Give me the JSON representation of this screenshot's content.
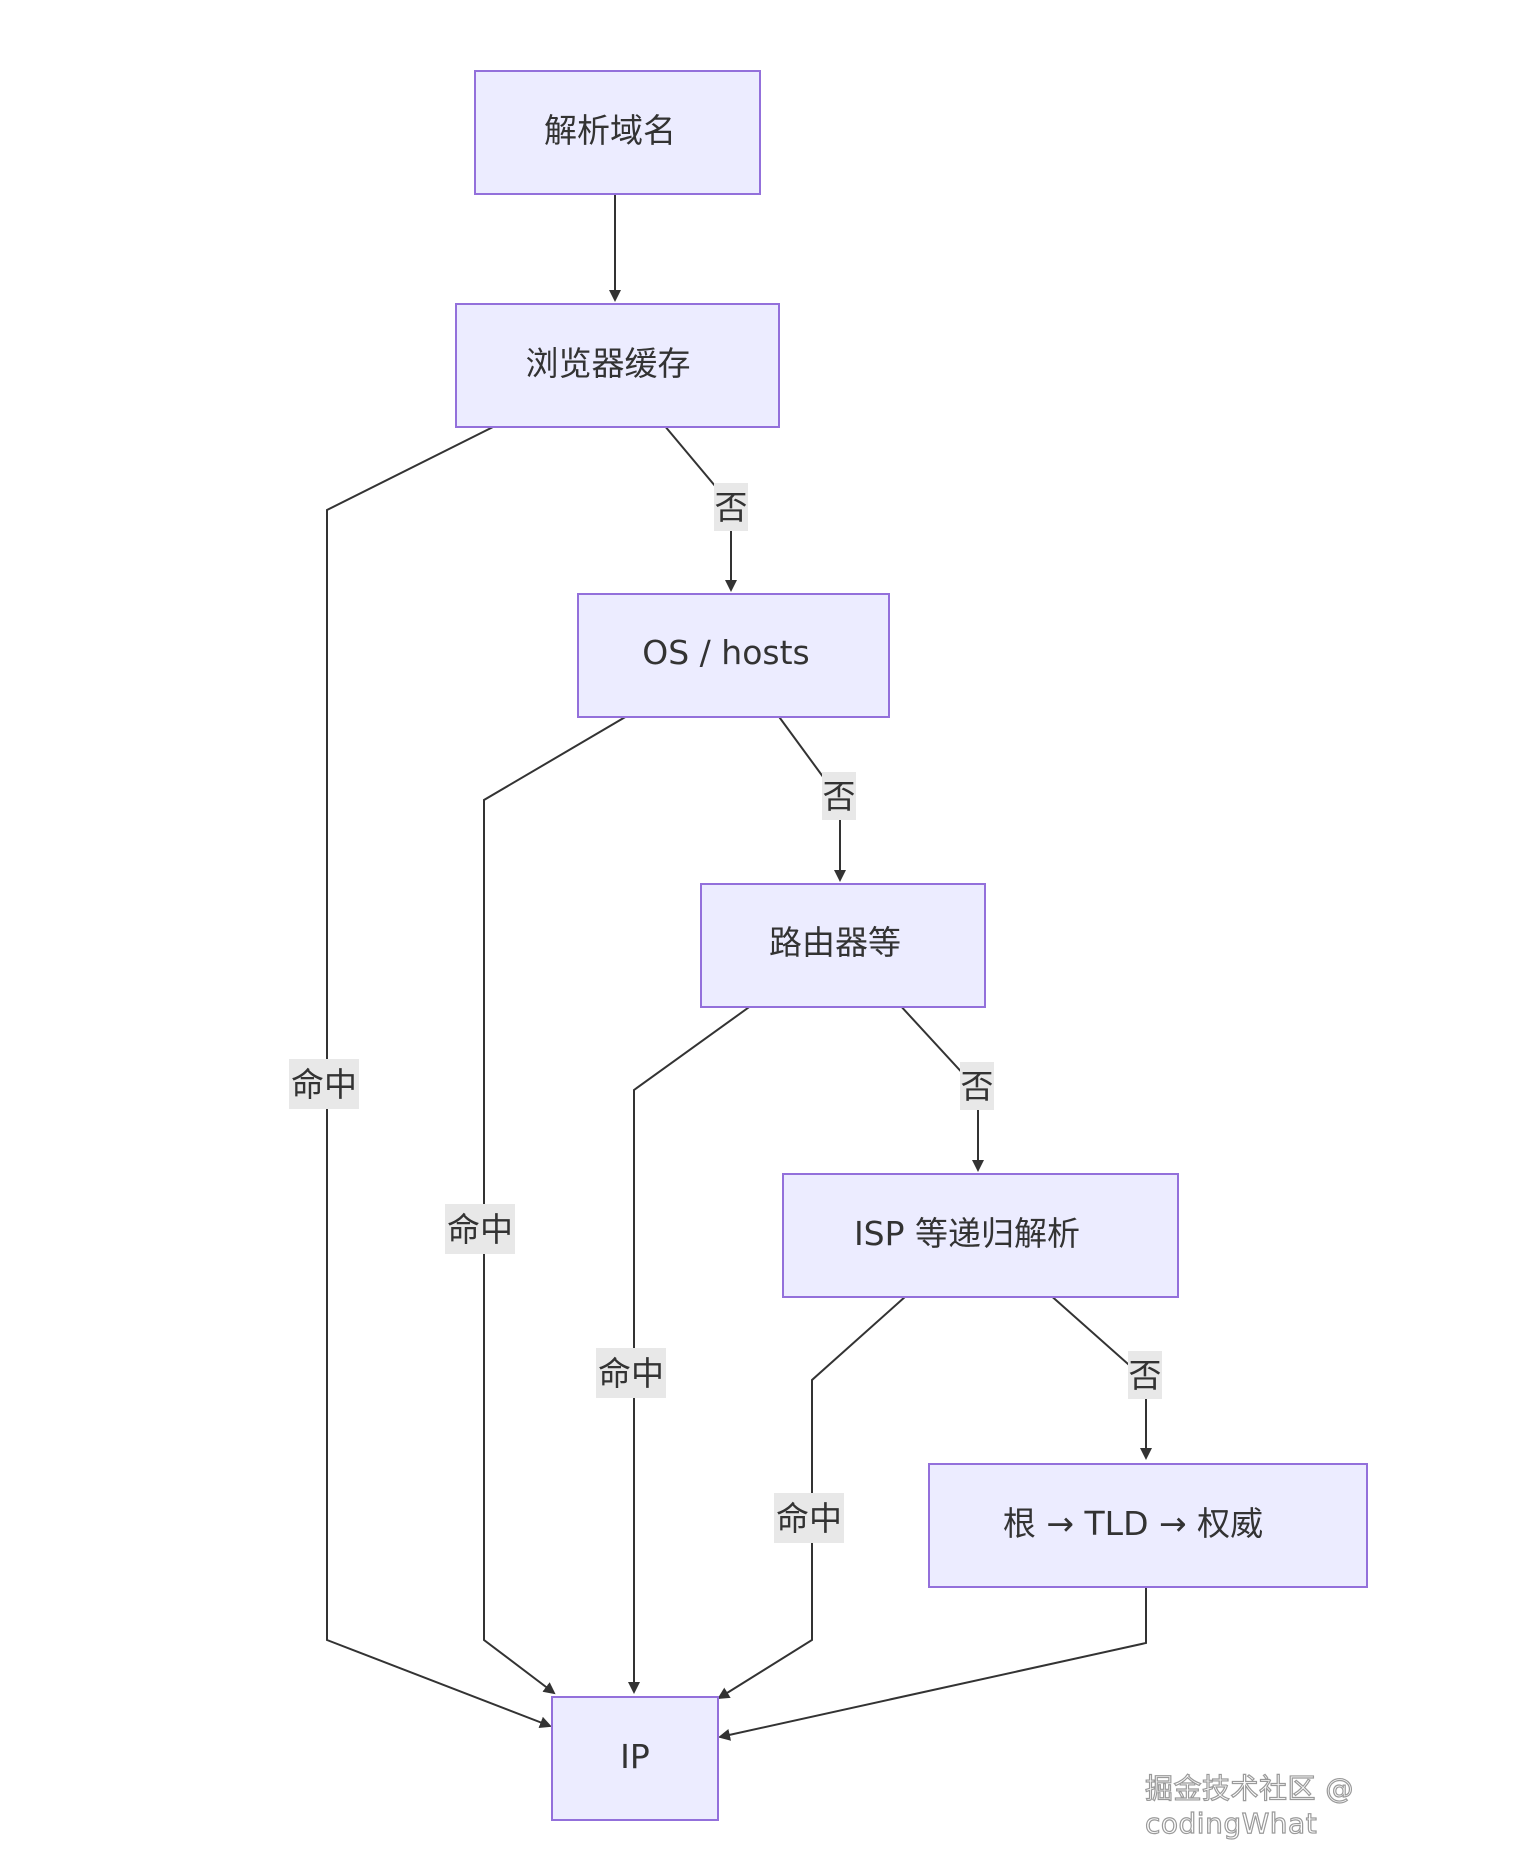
{
  "nodes": {
    "resolve": "解析域名",
    "browser_cache": "浏览器缓存",
    "os_hosts": "OS / hosts",
    "router": "路由器等",
    "isp": "ISP 等递归解析",
    "root_tld": "根 → TLD → 权威",
    "ip": "IP"
  },
  "edge_labels": {
    "no": "否",
    "hit": "命中"
  },
  "colors": {
    "node_fill": "#ECECFF",
    "node_stroke": "#9370DB",
    "edge": "#333333",
    "label_bg": "#e8e8e8"
  },
  "watermark": "掘金技术社区 @ codingWhat"
}
